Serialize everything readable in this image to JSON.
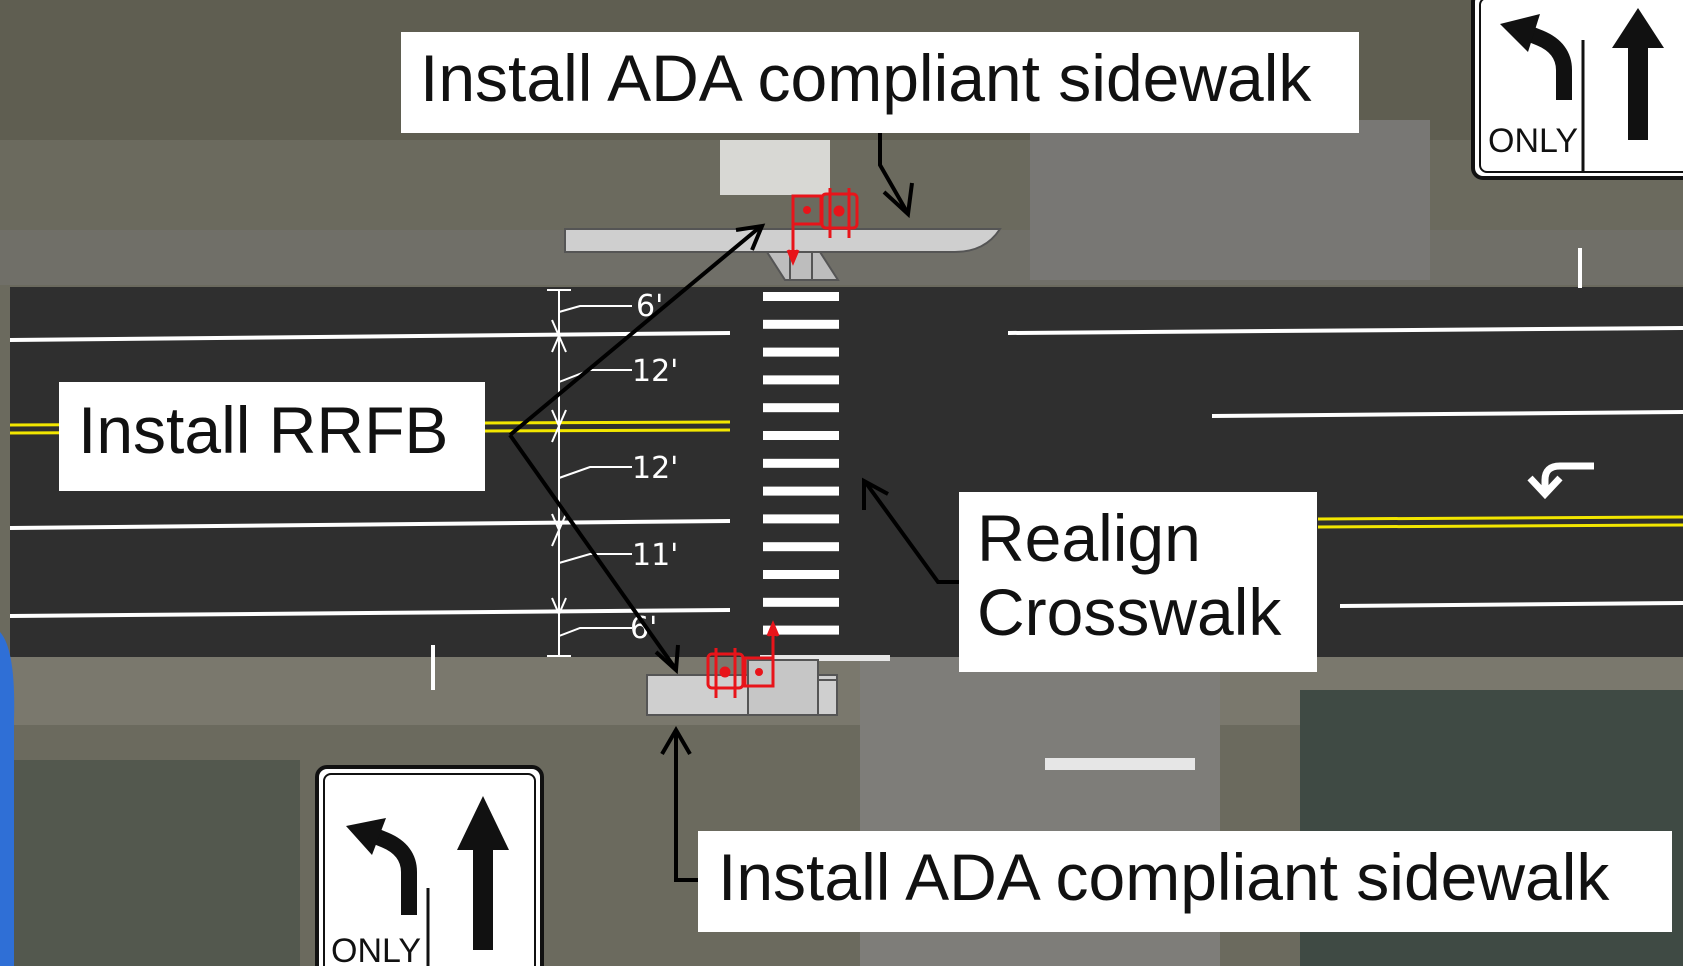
{
  "callouts": {
    "sidewalk_top": "Install ADA compliant sidewalk",
    "sidewalk_bottom": "Install ADA compliant sidewalk",
    "rrfb": "Install RRFB",
    "crosswalk_line1": "Realign",
    "crosswalk_line2": "Crosswalk"
  },
  "lane_widths": [
    "6'",
    "12'",
    "12'",
    "11'",
    "6'"
  ],
  "signs": {
    "top_right_only": "ONLY",
    "bottom_left_only": "ONLY"
  },
  "colors": {
    "pavement": "#2f2f2f",
    "centerline": "#f2e600",
    "lane_line": "#ffffff",
    "sidewalk": "#cfcfcf",
    "rrfb": "#e8141a",
    "frame_blue": "#2f6fd6"
  }
}
